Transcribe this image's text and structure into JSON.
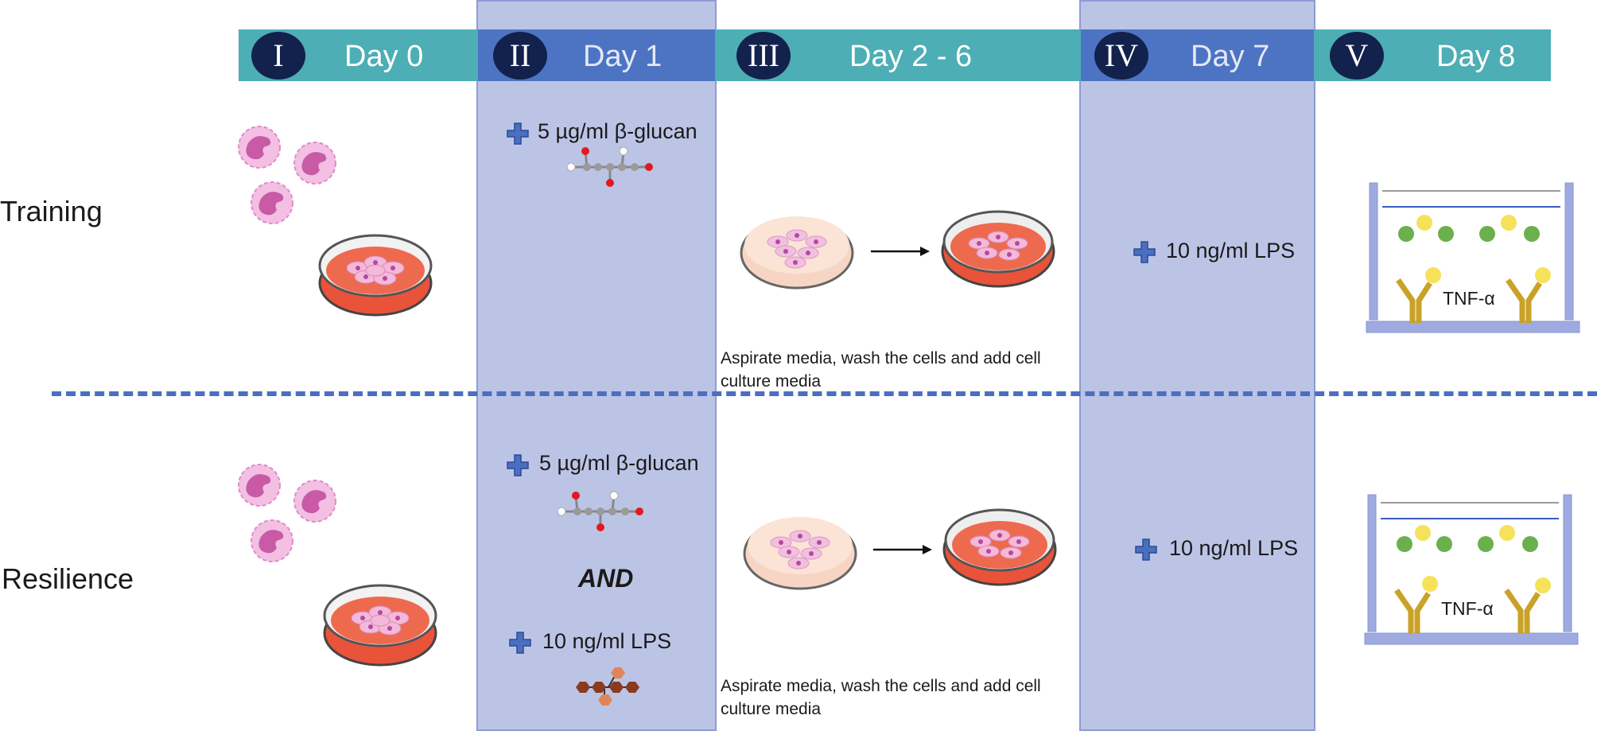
{
  "timeline": {
    "steps": [
      {
        "numeral": "I",
        "day": "Day 0"
      },
      {
        "numeral": "II",
        "day": "Day 1"
      },
      {
        "numeral": "III",
        "day": "Day 2 - 6"
      },
      {
        "numeral": "IV",
        "day": "Day 7"
      },
      {
        "numeral": "V",
        "day": "Day 8"
      }
    ]
  },
  "rows": {
    "training": {
      "label": "Training",
      "day1_treatment": "5 µg/ml β-glucan",
      "wash_note": "Aspirate media, wash the cells and add cell culture media",
      "day7_treatment": "10 ng/ml LPS",
      "elisa_label": "TNF-α"
    },
    "resilience": {
      "label": "Resilience",
      "day1_treatment_1": "5 µg/ml β-glucan",
      "and_label": "AND",
      "day1_treatment_2": "10 ng/ml LPS",
      "wash_note": "Aspirate media, wash the cells and add cell culture media",
      "day7_treatment": "10 ng/ml LPS",
      "elisa_label": "TNF-α"
    }
  },
  "colors": {
    "band": "#4daeb5",
    "highlight_band": "#4d74c2",
    "highlight_column": "#aab3e0",
    "step_circle": "#13214d",
    "divider": "#4a6fc0",
    "plus_icon": "#4a6fc0",
    "dish_media": "#e8533a",
    "dish_media_light": "#f6d3c0",
    "cell": "#f3b6df",
    "antibody": "#c9a227",
    "green_bead": "#6ab04c",
    "yellow_bead": "#f5e25a"
  }
}
